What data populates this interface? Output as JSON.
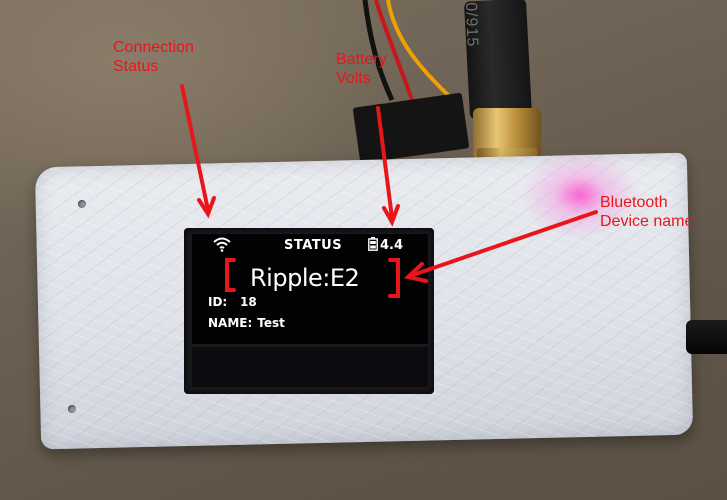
{
  "oled": {
    "icons": {
      "wifi": "wifi-signal-icon",
      "battery": "battery-icon"
    },
    "status_title": "STATUS",
    "battery_volts": "4.4",
    "device_name": "Ripple:E2",
    "id_label": "ID:",
    "id_value": "18",
    "name_label": "NAME:",
    "name_value": "Test"
  },
  "annotations": {
    "connection_status_line1": "Connection",
    "connection_status_line2": "Status",
    "battery_volts_line1": "Battery",
    "battery_volts_line2": "Volts",
    "bluetooth_line1": "Bluetooth",
    "bluetooth_line2": "Device name"
  },
  "antenna_marking": "0/915",
  "colors": {
    "annotation_red": "#e8161b",
    "oled_background": "#020203",
    "oled_text": "#ffffff",
    "case": "#e2e5eb",
    "led_glow": "#ff3cc8"
  }
}
